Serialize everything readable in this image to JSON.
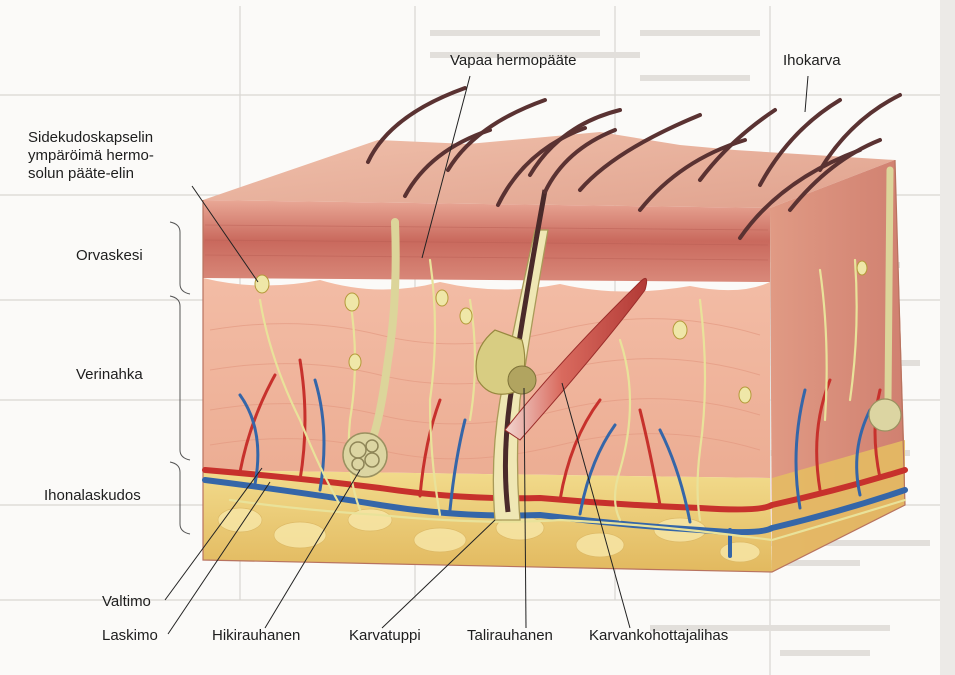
{
  "labels": {
    "vapaa_hermopaate": "Vapaa hermopääte",
    "ihokarva": "Ihokarva",
    "sidekudoskapselin": "Sidekudoskapselin\nympäröimä hermo-\nsolun pääte-elin",
    "orvaskesi": "Orvaskesi",
    "verinahka": "Verinahka",
    "ihonalaskudos": "Ihonalaskudos",
    "valtimo": "Valtimo",
    "laskimo": "Laskimo",
    "hikirauhanen": "Hikirauhanen",
    "karvatuppi": "Karvatuppi",
    "talirauhanen": "Talirauhanen",
    "karvankohottajalihas": "Karvankohottajalihas"
  },
  "colors": {
    "epidermis": "#d7867a",
    "dermis": "#f1b69e",
    "subcutis": "#ecd07a",
    "hair": "#4a2a2a",
    "artery": "#c7312c",
    "vein": "#3566a8",
    "nerve": "#e9e29a",
    "muscle": "#c84a4a",
    "label_text": "#1e1e1e",
    "leader_line": "#222222"
  }
}
